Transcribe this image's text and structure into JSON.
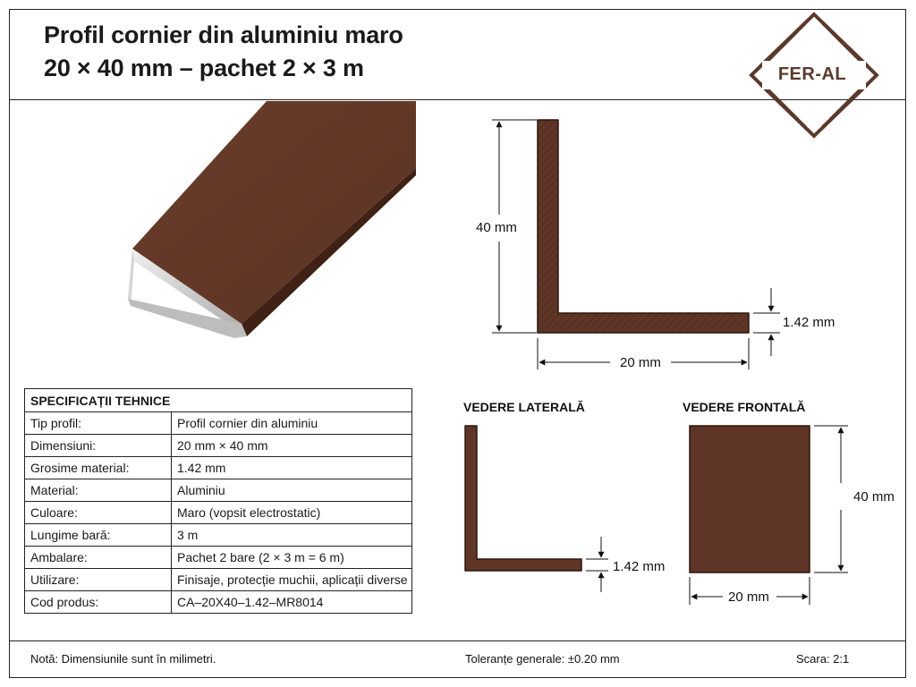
{
  "title": {
    "line1": "Profil cornier din aluminiu maro",
    "line2": "20 × 40 mm – pachet 2 × 3 m"
  },
  "logo": {
    "text": "FER-AL",
    "color": "#5a3a2c"
  },
  "colors": {
    "profile_brown": "#5e3526",
    "profile_dark": "#4a271b",
    "edge_silver": "#c9c9c9"
  },
  "main_drawing": {
    "height_label": "40 mm",
    "width_label": "20 mm",
    "thickness_label": "1.42 mm"
  },
  "side_view": {
    "label": "VEDERE LATERALĂ",
    "thickness_label": "1.42 mm"
  },
  "front_view": {
    "label": "VEDERE FRONTALĂ",
    "height_label": "40 mm",
    "width_label": "20 mm"
  },
  "specs": {
    "heading": "SPECIFICAȚII TEHNICE",
    "rows": [
      {
        "key": "Tip profil:",
        "value": "Profil cornier din aluminiu"
      },
      {
        "key": "Dimensiuni:",
        "value": "20 mm × 40 mm"
      },
      {
        "key": "Grosime material:",
        "value": "1.42 mm"
      },
      {
        "key": "Material:",
        "value": "Aluminiu"
      },
      {
        "key": "Culoare:",
        "value": "Maro (vopsit electrostatic)"
      },
      {
        "key": "Lungime bară:",
        "value": "3 m"
      },
      {
        "key": "Ambalare:",
        "value": "Pachet 2 bare (2 × 3 m = 6 m)"
      },
      {
        "key": "Utilizare:",
        "value": "Finisaje, protecție muchii, aplicații diverse"
      },
      {
        "key": "Cod produs:",
        "value": "CA–20X40–1.42–MR8014"
      }
    ]
  },
  "footer": {
    "note": "Notă: Dimensiunile sunt în milimetri.",
    "tolerance": "Toleranțe generale: ±0.20 mm",
    "scale": "Scara: 2:1"
  }
}
